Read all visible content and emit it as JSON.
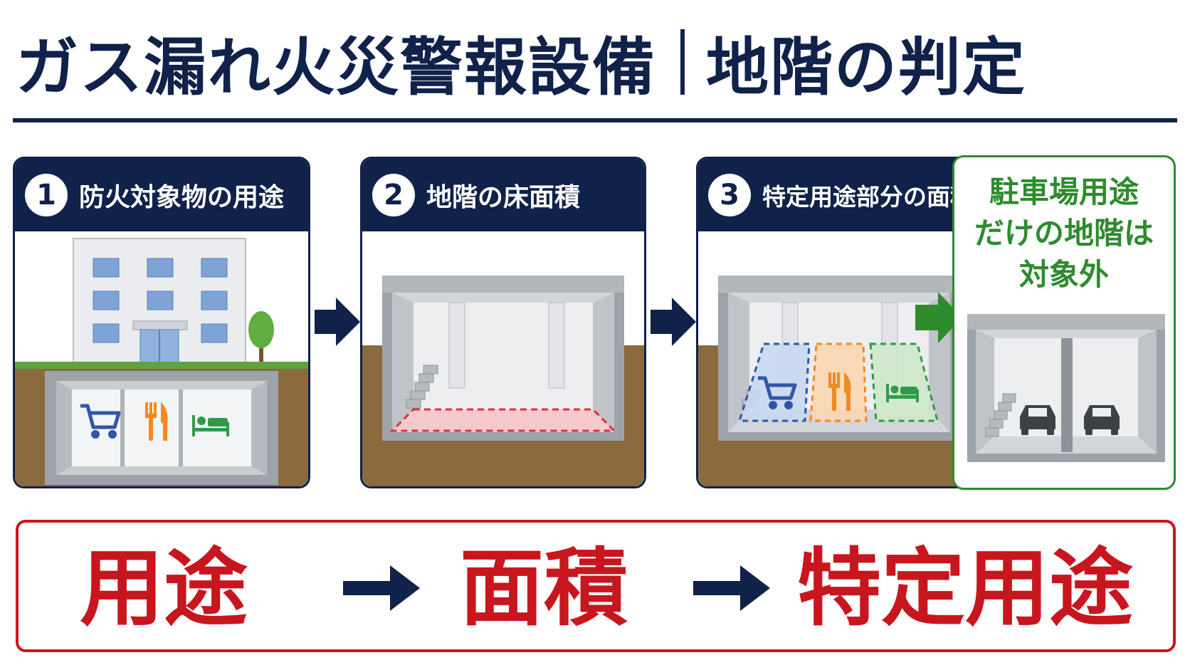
{
  "title": {
    "left": "ガス漏れ火災警報設備",
    "right": "地階の判定"
  },
  "steps": [
    {
      "number": "1",
      "label": "防火対象物の用途"
    },
    {
      "number": "2",
      "label": "地階の床面積"
    },
    {
      "number": "3",
      "label": "特定用途部分の面積"
    }
  ],
  "exclusion": {
    "lines": [
      "駐車場用途",
      "だけの地階は",
      "対象外"
    ]
  },
  "summary": {
    "word1": "用途",
    "word2": "面積",
    "word3": "特定用途"
  },
  "icons": [
    "building-icon",
    "cart-icon",
    "fork-knife-icon",
    "bed-icon",
    "stairs-icon",
    "car-icon",
    "arrow-right-icon"
  ],
  "colors": {
    "navy": "#10214a",
    "green": "#2e8b2e",
    "red": "#c8161e",
    "floor_pink": "#f6c9cc",
    "zone_blue": "#c9d8f0",
    "zone_orange": "#fbd6b0",
    "zone_green": "#cfe8c9"
  }
}
